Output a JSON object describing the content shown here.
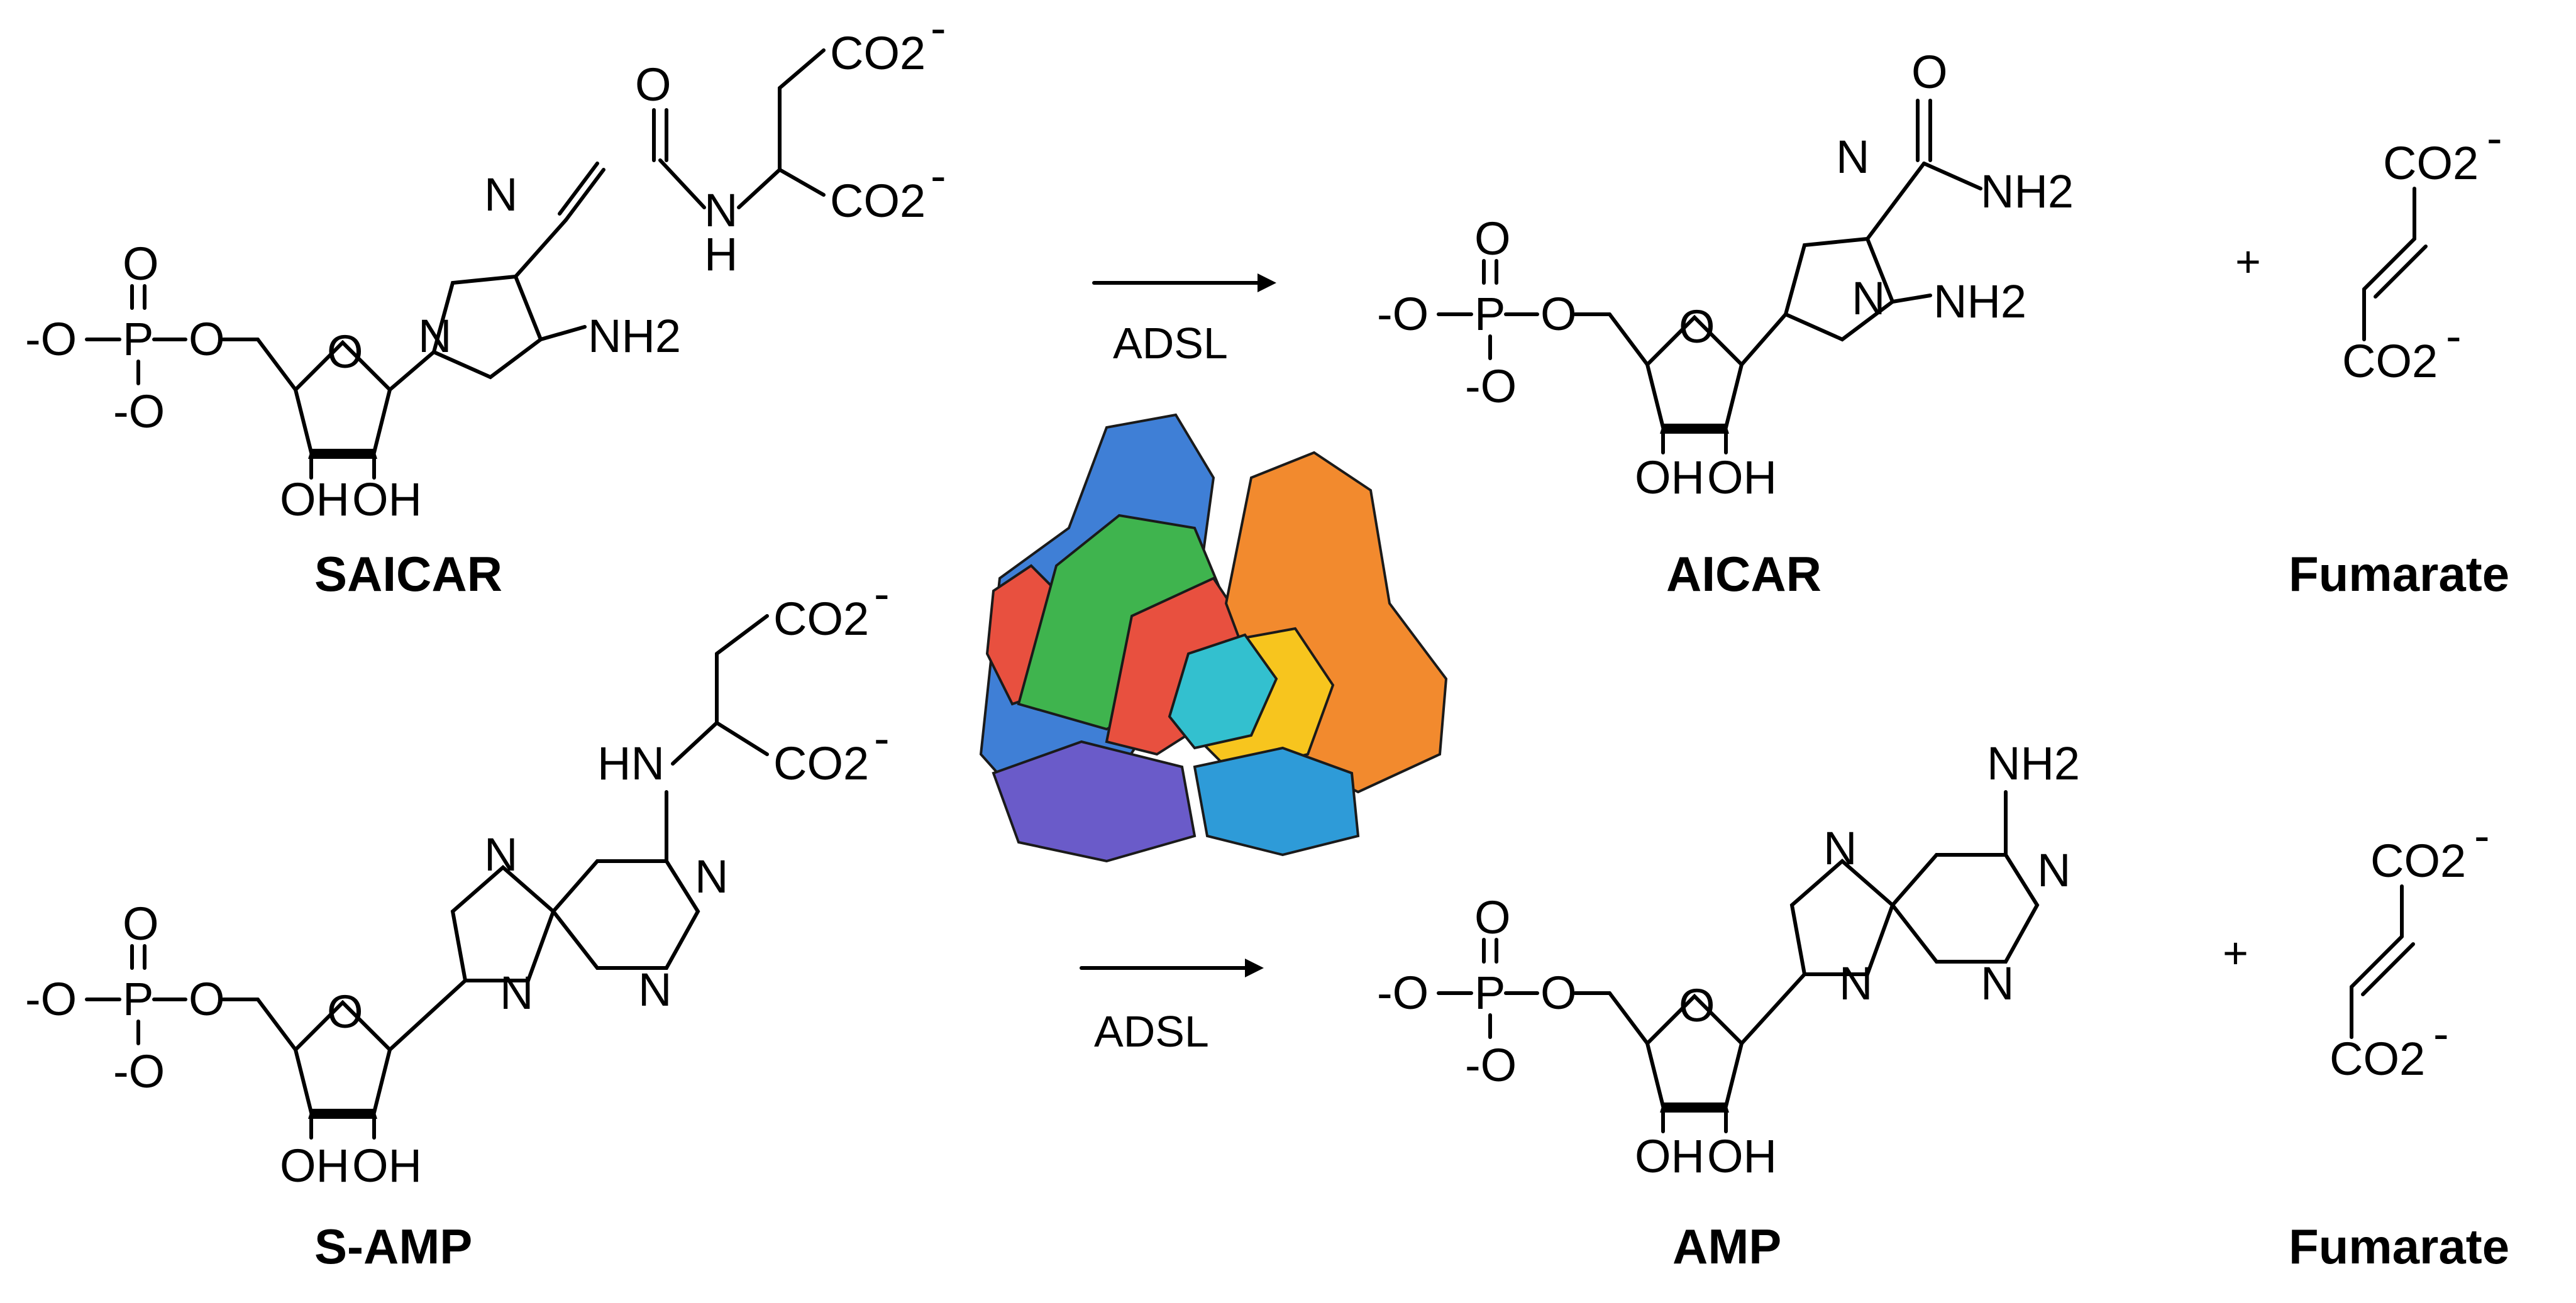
{
  "reactions": [
    {
      "substrate": "SAICAR",
      "enzyme": "ADSL",
      "product": "AICAR",
      "plus": "+",
      "coproduct": "Fumarate"
    },
    {
      "substrate": "S-AMP",
      "enzyme": "ADSL",
      "product": "AMP",
      "plus": "+",
      "coproduct": "Fumarate"
    }
  ],
  "atoms": {
    "O": "O",
    "O_minus": "-O",
    "P": "P",
    "N": "N",
    "H": "H",
    "HN": "HN",
    "OH": "OH",
    "NH2": "NH2",
    "CO2": "CO2",
    "minus": "-"
  },
  "enzyme_structure": {
    "colors": [
      "#3f7fd6",
      "#2e9bd8",
      "#6a5bc9",
      "#3fb44e",
      "#e8503f",
      "#f28a2e",
      "#f7c51e",
      "#33c0cf"
    ]
  }
}
